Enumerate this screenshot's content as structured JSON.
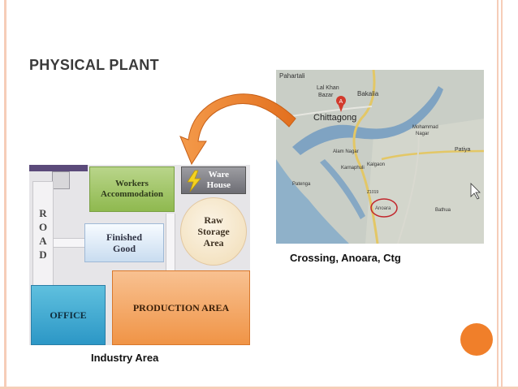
{
  "slide": {
    "title": "PHYSICAL PLANT",
    "map_caption": "Crossing, Anoara, Ctg",
    "plant_caption": "Industry Area",
    "accent_color": "#f07f2a",
    "frame_color": "#f6cdb8"
  },
  "map": {
    "labels": {
      "pahartali": "Pahartali",
      "lalkhan": "Lal Khan",
      "bazar": "Bazar",
      "bakalia": "Bakalia",
      "chittagong": "Chittagong",
      "mohammad": "Mohammad",
      "nagar": "Nagar",
      "alam": "Alam Nagar",
      "karnaphuli": "Karnaphuli",
      "kalgaon": "Kalgaon",
      "patiya": "Patiya",
      "patenga": "Patenga",
      "anoara": "Anoara",
      "bathua": "Bathua",
      "road_code": "Z1019",
      "pin": "A"
    }
  },
  "plant": {
    "road": [
      "R",
      "O",
      "A",
      "D"
    ],
    "workers": [
      "Workers",
      "Accommodation"
    ],
    "ware": [
      "Ware",
      "House"
    ],
    "raw": [
      "Raw",
      "Storage",
      "Area"
    ],
    "finished": [
      "Finished",
      "Good"
    ],
    "office": "OFFICE",
    "production": "PRODUCTION AREA"
  }
}
